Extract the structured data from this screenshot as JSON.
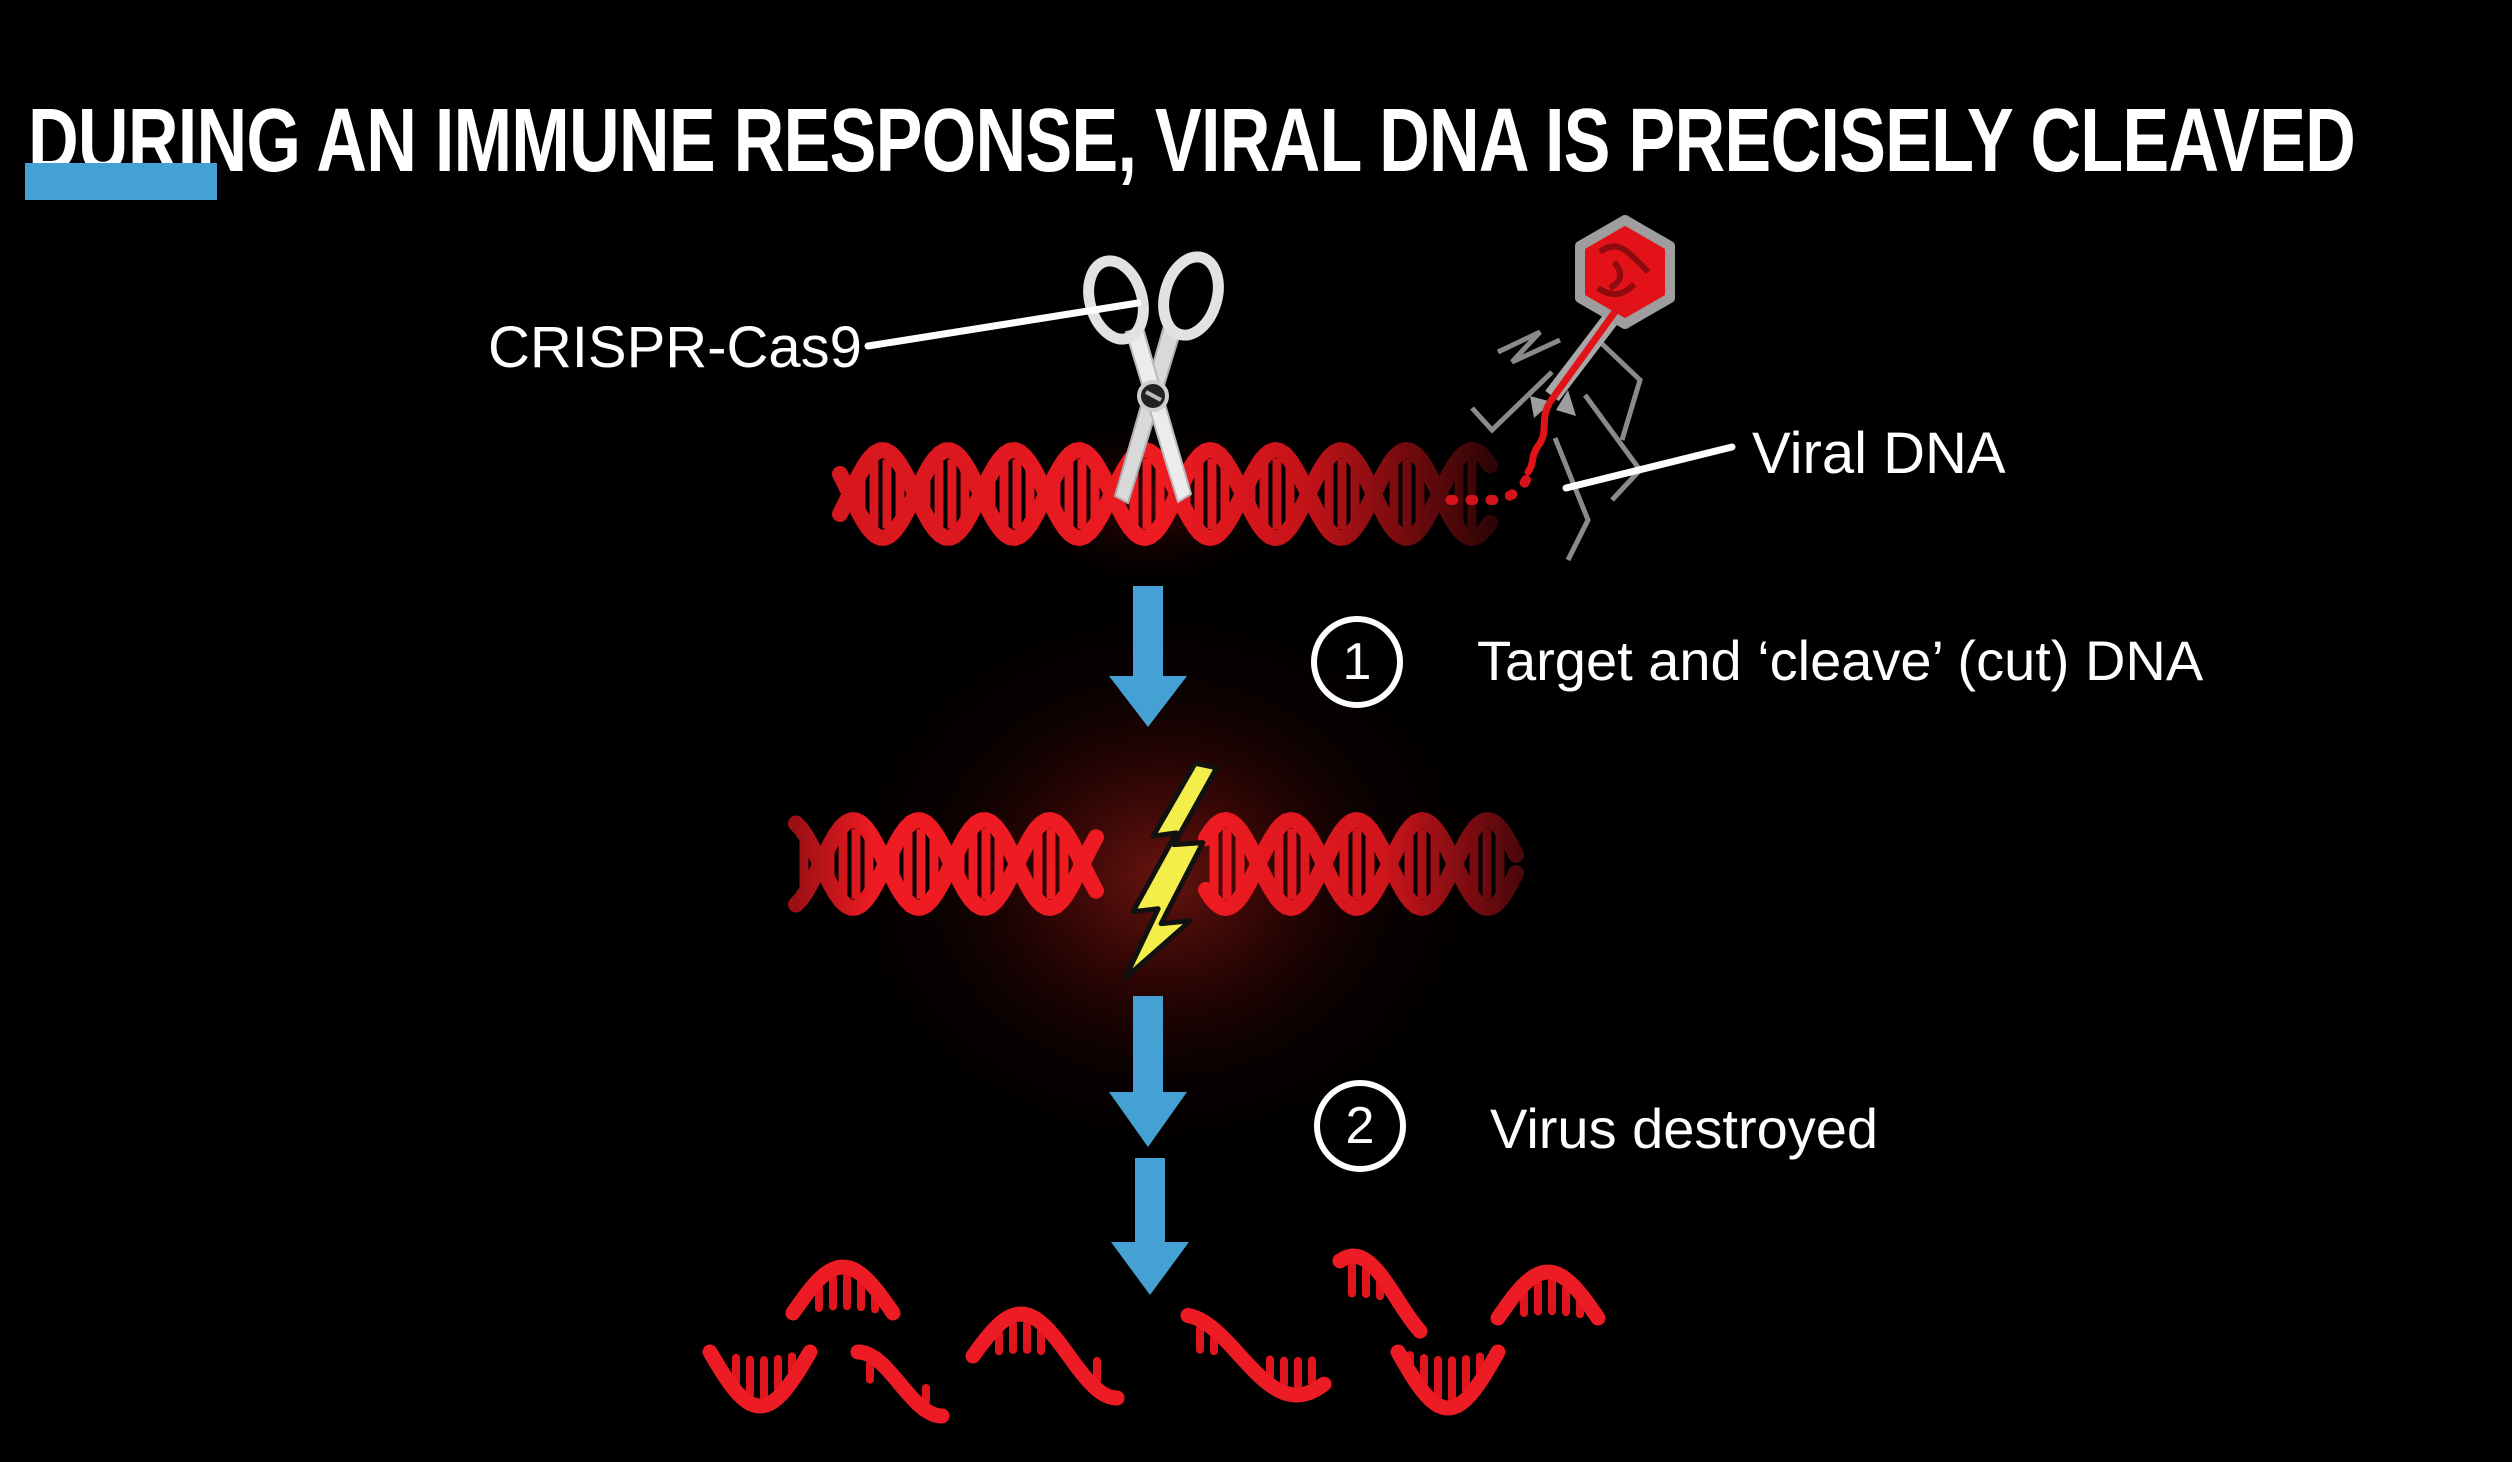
{
  "title": "DURING AN IMMUNE RESPONSE, VIRAL DNA IS PRECISELY CLEAVED",
  "labels": {
    "crispr": "CRISPR-Cas9",
    "viral_dna": "Viral DNA"
  },
  "steps": [
    {
      "number": "1",
      "text": "Target and ‘cleave’ (cut) DNA"
    },
    {
      "number": "2",
      "text": "Virus destroyed"
    }
  ],
  "icons": {
    "crispr": "scissors-icon",
    "virus": "bacteriophage-icon",
    "cut": "lightning-bolt-icon",
    "flow": "down-arrow-icon",
    "dna": "dna-helix",
    "fragments": "dna-fragments"
  },
  "colors": {
    "background": "#000000",
    "accent_blue": "#45a0d3",
    "dna_red": "#ed1c24",
    "dna_dark_red": "#4a070b",
    "bolt_yellow": "#f3ee49",
    "phage_gray": "#9e9e9e",
    "glow_red": "#8c120e",
    "text_white": "#ffffff"
  }
}
